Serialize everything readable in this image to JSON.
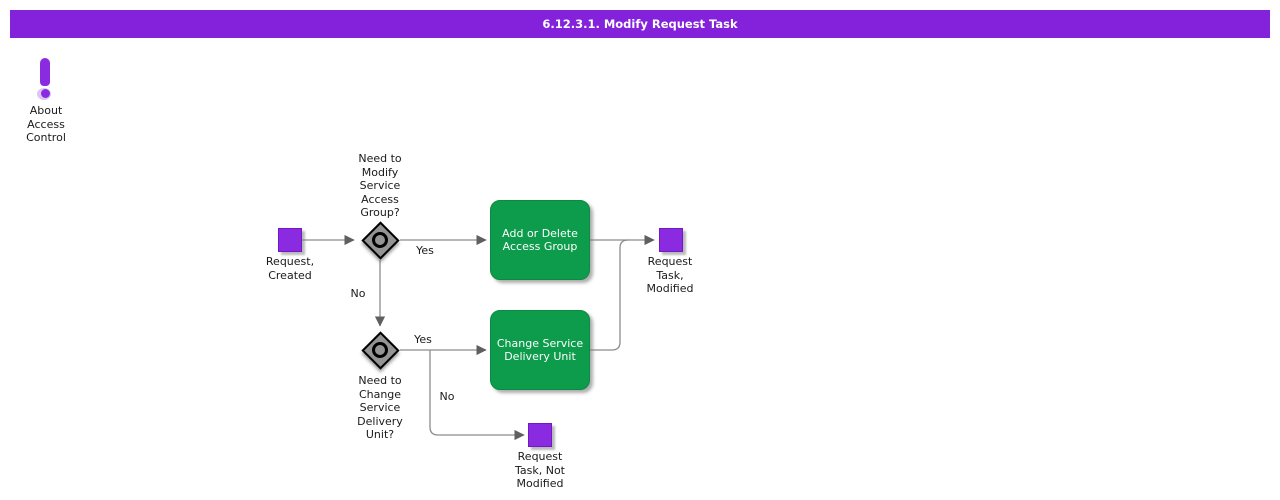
{
  "title": "6.12.3.1. Modify Request Task",
  "colors": {
    "header_bg": "#8321DB",
    "node_purple": "#8A2BE2",
    "node_purple_border": "#7319C4",
    "icon_purple": "#8A2BE2",
    "node_green": "#0D9C4B",
    "node_green_border": "#0B8A42",
    "gateway_fill": "#949494",
    "connector": "#8C8C8C",
    "arrowhead": "#5F5F5F"
  },
  "about": {
    "label": "About\nAccess\nControl"
  },
  "nodes": {
    "start": {
      "label": "Request,\nCreated"
    },
    "gateway1": {
      "question": "Need to\nModify\nService\nAccess\nGroup?"
    },
    "task1": {
      "label": "Add or Delete\nAccess Group"
    },
    "end_modified": {
      "label": "Request\nTask,\nModified"
    },
    "gateway2": {
      "question": "Need to\nChange\nService\nDelivery\nUnit?"
    },
    "task2": {
      "label": "Change Service\nDelivery Unit"
    },
    "end_not_modified": {
      "label": "Request\nTask, Not\nModified"
    }
  },
  "edges": {
    "gateway1_yes": "Yes",
    "gateway1_no": "No",
    "gateway2_yes": "Yes",
    "gateway2_no": "No"
  }
}
